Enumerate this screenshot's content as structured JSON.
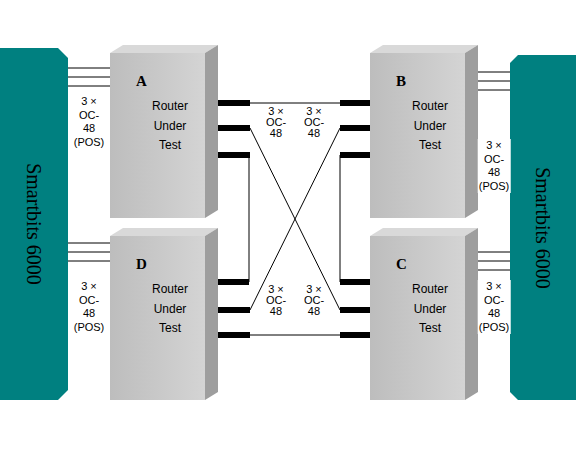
{
  "diagram": {
    "nodes": [
      {
        "text": [
          "Smartbits 6000"
        ]
      },
      {
        "text": [
          "A",
          "Router Under Test"
        ]
      },
      {
        "text": [
          "B",
          "Router Under Test"
        ]
      },
      {
        "text": [
          "Smartbits 6000"
        ]
      },
      {
        "text": [
          "D",
          "Router Under Test"
        ]
      },
      {
        "text": [
          "C",
          "Router Under Test"
        ]
      }
    ],
    "edges": [
      {
        "from": 0,
        "to": 1,
        "arrow": "none"
      },
      {
        "from": 0,
        "to": 1,
        "arrow": "none"
      },
      {
        "from": 0,
        "to": 1,
        "arrow": "none"
      },
      {
        "from": 0,
        "to": 4,
        "arrow": "none"
      },
      {
        "from": 0,
        "to": 4,
        "arrow": "none"
      },
      {
        "from": 0,
        "to": 4,
        "arrow": "none"
      },
      {
        "from": 3,
        "to": 2,
        "arrow": "none"
      },
      {
        "from": 3,
        "to": 2,
        "arrow": "none"
      },
      {
        "from": 3,
        "to": 2,
        "arrow": "none"
      },
      {
        "from": 3,
        "to": 5,
        "arrow": "none"
      },
      {
        "from": 3,
        "to": 5,
        "arrow": "none"
      },
      {
        "from": 3,
        "to": 5,
        "arrow": "none"
      },
      {
        "from": 1,
        "to": 2,
        "arrow": "none"
      },
      {
        "from": 1,
        "to": 5,
        "arrow": "none"
      },
      {
        "from": 1,
        "to": 4,
        "arrow": "none"
      },
      {
        "from": 2,
        "to": 5,
        "arrow": "none"
      },
      {
        "from": 2,
        "to": 4,
        "arrow": "none"
      },
      {
        "from": 4,
        "to": 5,
        "arrow": "none"
      }
    ],
    "labels": [
      "3 × OC-48 (POS)",
      "3 × OC-48",
      "3 × OC-48",
      "3 × OC-48 (POS)",
      "3 × OC-48 (POS)",
      "3 × OC-48",
      "3 × OC-48",
      "3 × OC-48 (POS)"
    ]
  }
}
